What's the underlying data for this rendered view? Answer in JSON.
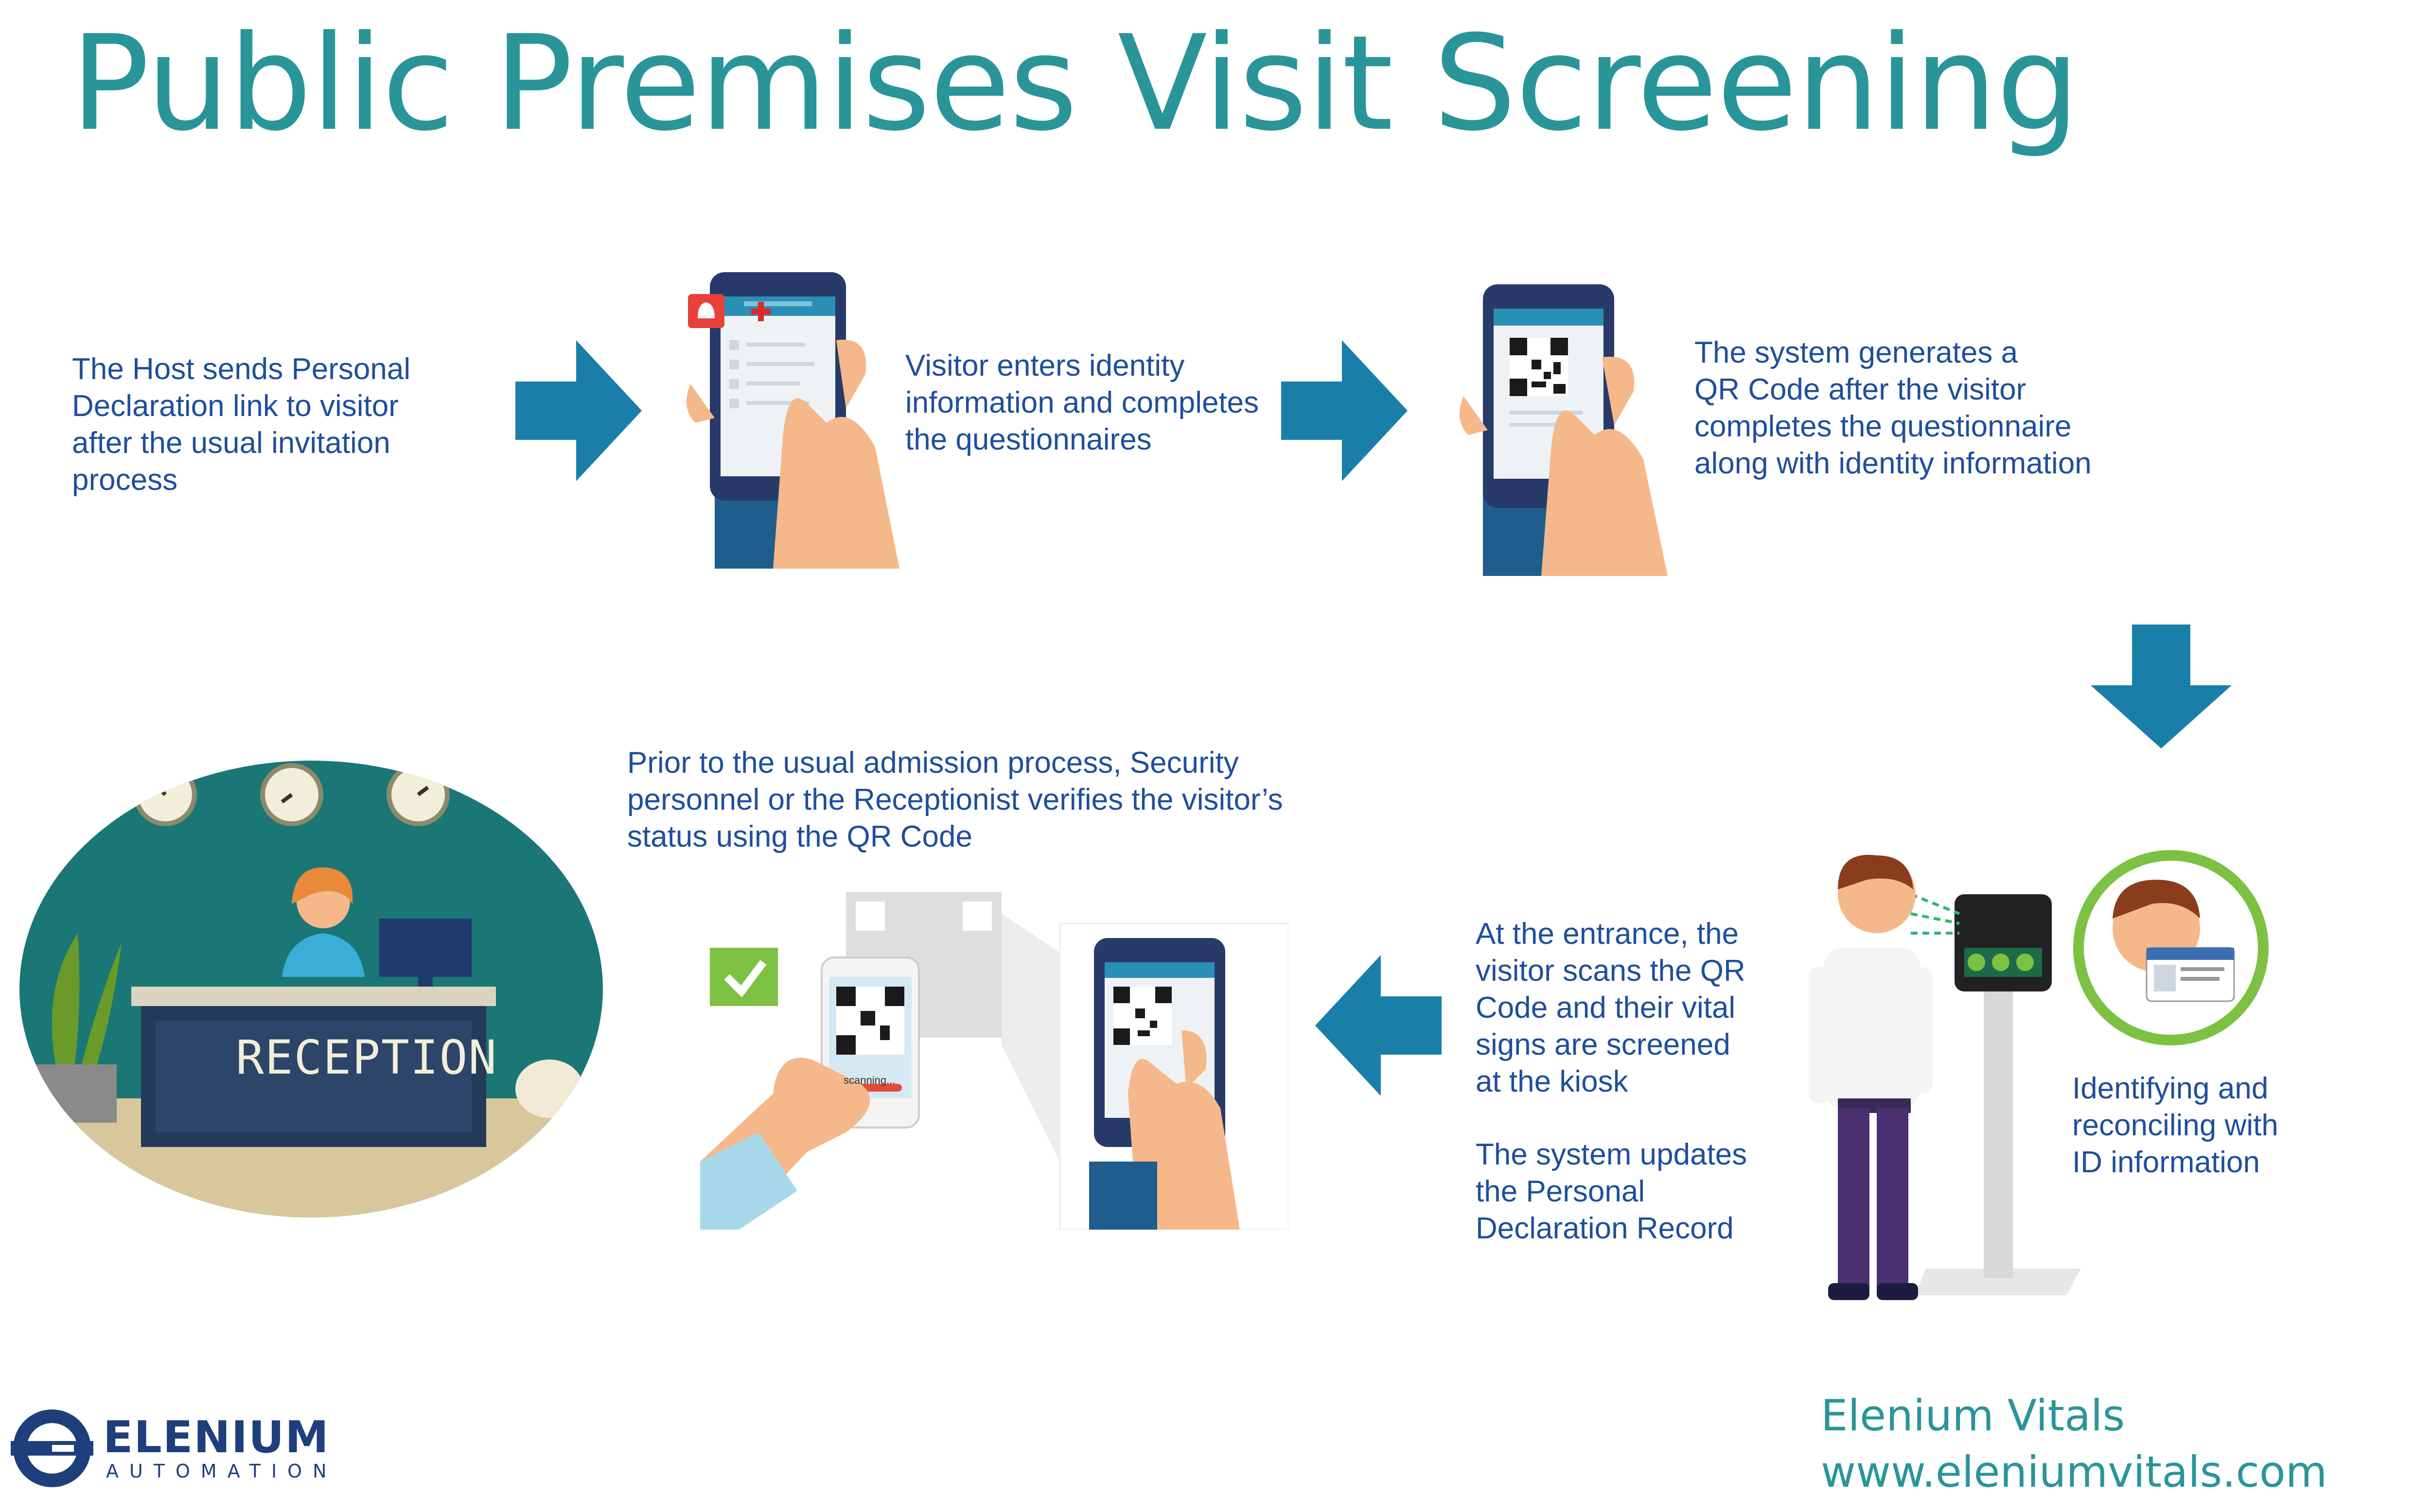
{
  "title": "Public Premises Visit Screening",
  "steps": {
    "host_sends": [
      "The Host sends Personal",
      "Declaration link to visitor",
      "after the usual invitation",
      "process"
    ],
    "visitor_enters": [
      "Visitor enters identity",
      "information and completes",
      "the questionnaires"
    ],
    "system_generates": [
      "The system generates a",
      "QR Code after the visitor",
      "completes the questionnaire",
      "along with identity information"
    ],
    "identifying": [
      "Identifying and",
      "reconciling with",
      "ID information"
    ],
    "entrance_scan": [
      "At the entrance, the",
      "visitor scans the QR",
      "Code and their vital",
      "signs are screened",
      "at the kiosk"
    ],
    "system_updates": [
      "The system updates",
      "the Personal",
      "Declaration Record"
    ],
    "prior_admission": [
      "Prior to the usual admission process, Security",
      "personnel or the Receptionist verifies the visitor’s",
      "status using the QR Code"
    ]
  },
  "illustrations": {
    "reception_sign": "RECEPTION",
    "scanning_label": "scanning..."
  },
  "brand": {
    "product": "Elenium Vitals",
    "website": "www.eleniumvitals.com",
    "logo_name": "ELENIUM",
    "logo_sub": "AUTOMATION"
  },
  "colors": {
    "title_teal": "#2a9599",
    "text_blue": "#1f4e9c",
    "arrow_blue": "#1a7fa8",
    "check_green": "#7dc142",
    "logo_navy": "#1e3f7c"
  }
}
